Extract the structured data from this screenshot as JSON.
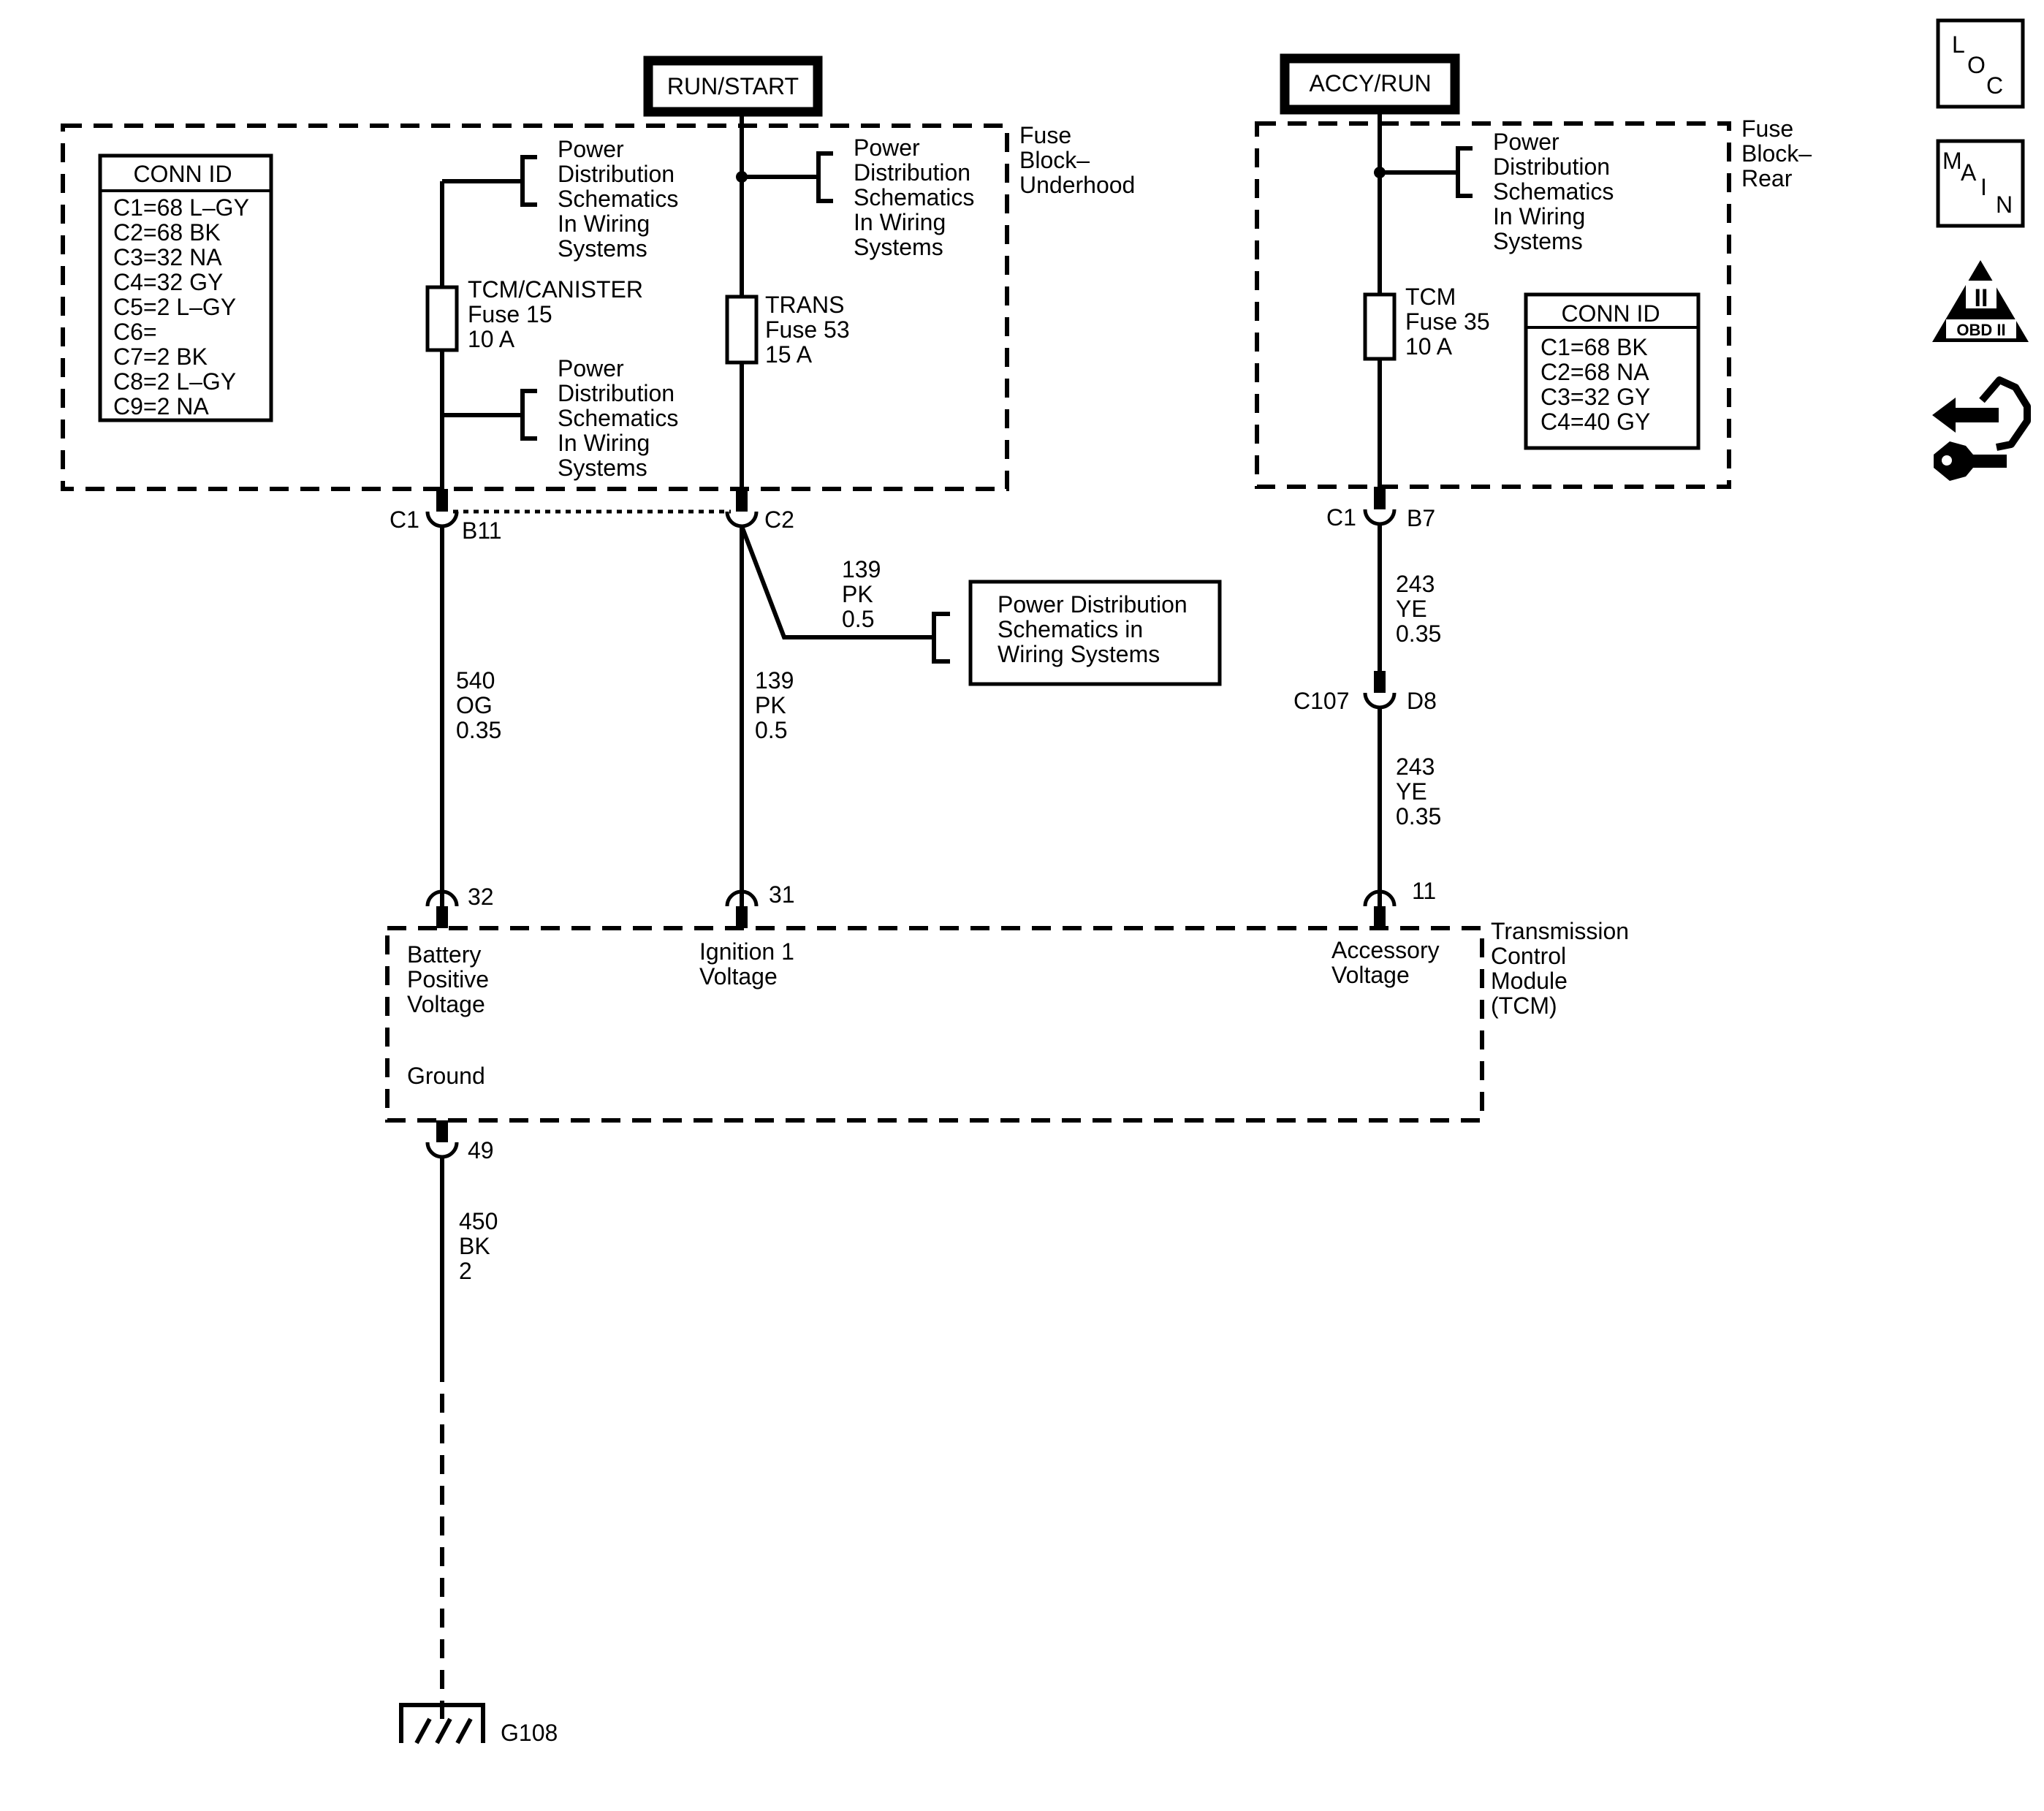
{
  "power_sources": {
    "run_start": "RUN/START",
    "accy_run": "ACCY/RUN"
  },
  "fuse_block_underhood": {
    "label_lines": [
      "Fuse",
      "Block–",
      "Underhood"
    ],
    "conn_id": {
      "title": "CONN ID",
      "rows": [
        "C1=68 L–GY",
        "C2=68 BK",
        "C3=32 NA",
        "C4=32 GY",
        "C5=2 L–GY",
        "C6=",
        "C7=2 BK",
        "C8=2 L–GY",
        "C9=2 NA"
      ]
    },
    "fuse_tcm_canister": [
      "TCM/CANISTER",
      "Fuse 15",
      "10 A"
    ],
    "fuse_trans": [
      "TRANS",
      "Fuse 53",
      "15 A"
    ]
  },
  "fuse_block_rear": {
    "label_lines": [
      "Fuse",
      "Block–",
      "Rear"
    ],
    "conn_id": {
      "title": "CONN ID",
      "rows": [
        "C1=68 BK",
        "C2=68 NA",
        "C3=32 GY",
        "C4=40 GY"
      ]
    },
    "fuse_tcm": [
      "TCM",
      "Fuse 35",
      "10 A"
    ]
  },
  "power_distribution_ref": [
    "Power",
    "Distribution",
    "Schematics",
    "In Wiring",
    "Systems"
  ],
  "power_distribution_box": [
    "Power Distribution",
    "Schematics in",
    "Wiring Systems"
  ],
  "connectors": {
    "c1_left": "C1",
    "b11": "B11",
    "c2": "C2",
    "c1_right": "C1",
    "b7": "B7",
    "c107": "C107",
    "d8": "D8",
    "pin32": "32",
    "pin31": "31",
    "pin11": "11",
    "pin49": "49",
    "ground": "G108"
  },
  "wires": {
    "w540": [
      "540",
      "OG",
      "0.35"
    ],
    "w139_splice": [
      "139",
      "PK",
      "0.5"
    ],
    "w139": [
      "139",
      "PK",
      "0.5"
    ],
    "w243_upper": [
      "243",
      "YE",
      "0.35"
    ],
    "w243_lower": [
      "243",
      "YE",
      "0.35"
    ],
    "w450": [
      "450",
      "BK",
      "2"
    ]
  },
  "tcm": {
    "label_lines": [
      "Transmission",
      "Control",
      "Module",
      "(TCM)"
    ],
    "battery": [
      "Battery",
      "Positive",
      "Voltage"
    ],
    "ignition": [
      "Ignition 1",
      "Voltage"
    ],
    "accessory": [
      "Accessory",
      "Voltage"
    ],
    "ground": "Ground"
  },
  "nav_icons": {
    "loc": [
      "L",
      "O",
      "C"
    ],
    "main": [
      "M",
      "A",
      "I",
      "N"
    ],
    "obd_numeral": "II",
    "obd_label": "OBD II",
    "tool_icon": "service-tool-icon"
  }
}
